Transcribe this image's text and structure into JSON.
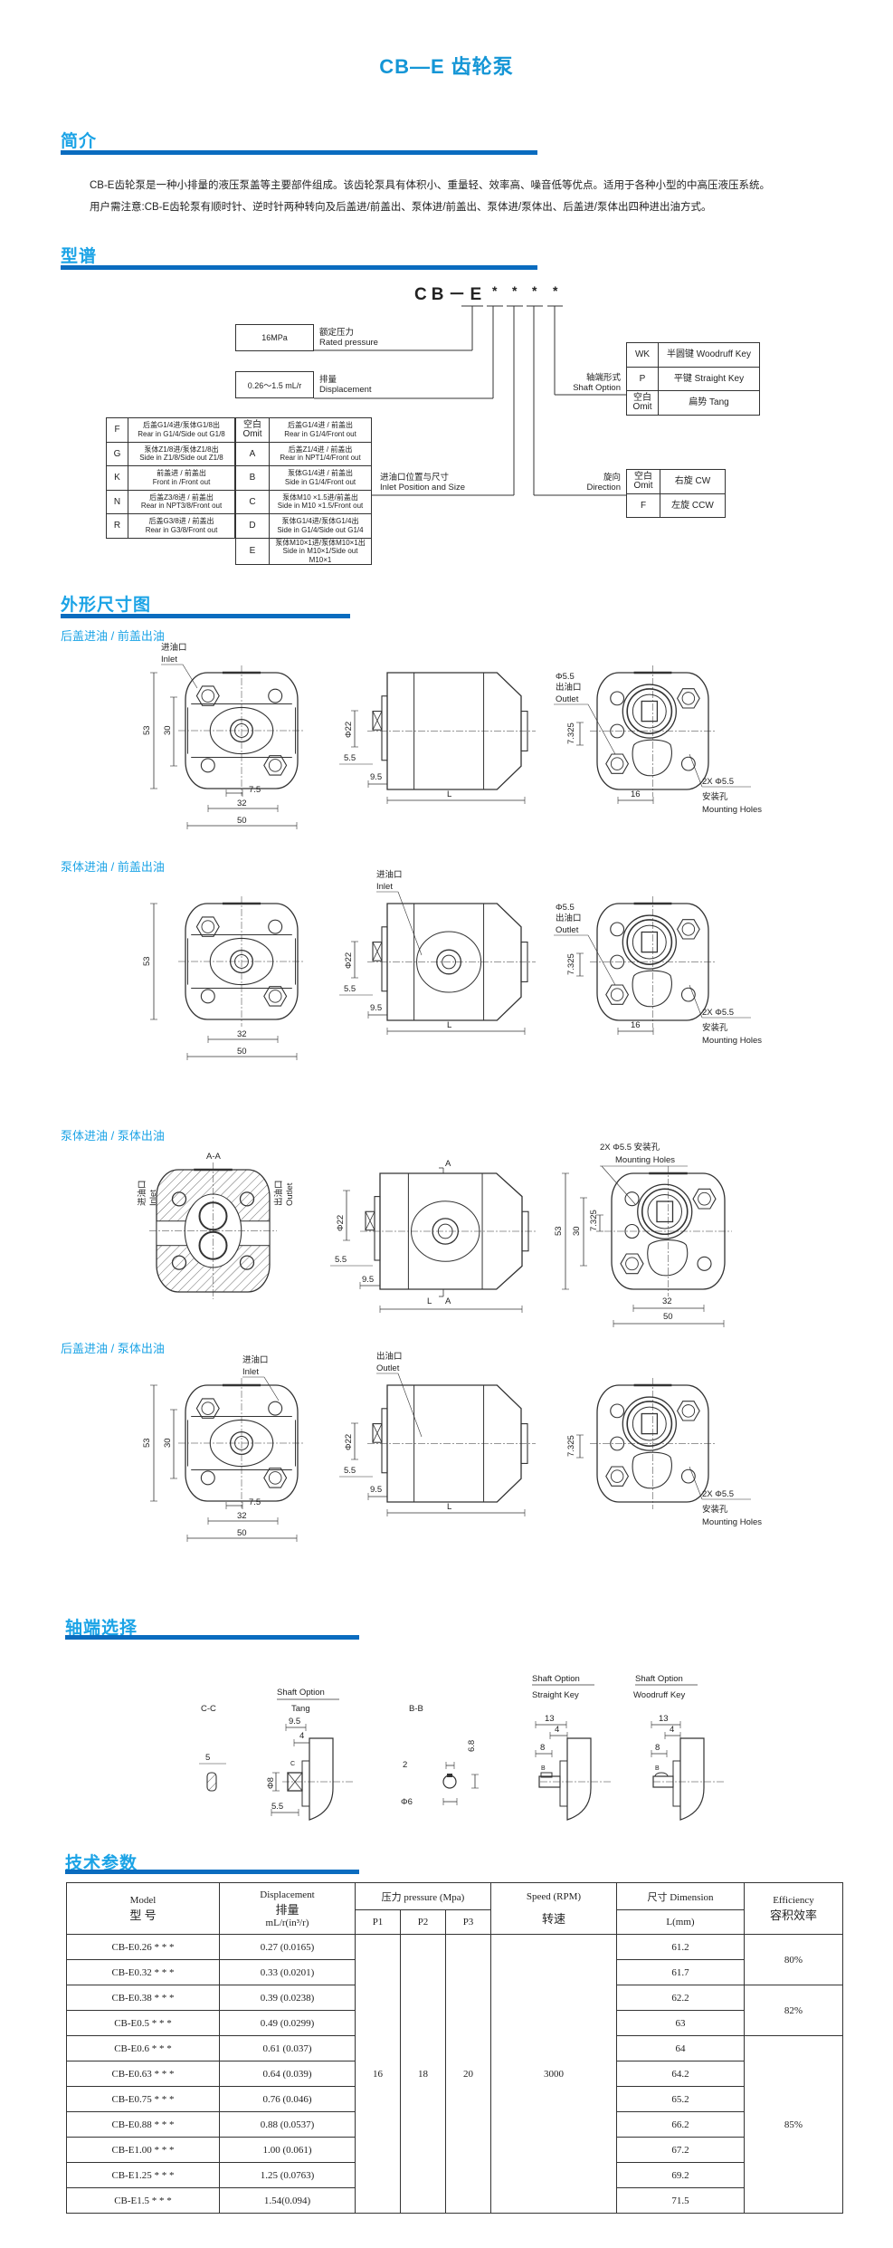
{
  "title": "CB—E 齿轮泵",
  "colors": {
    "heading": "#1ba3e6",
    "bar": "#0a6cbf",
    "title": "#1596d6"
  },
  "intro": {
    "heading": "简介",
    "lines": [
      "CB-E齿轮泵是一种小排量的液压泵盖等主要部件组成。该齿轮泵具有体积小、重量轻、效率高、噪音低等优点。适用于各种小型的中高压液压系统。",
      "用户需注意:CB-E齿轮泵有顺时针、逆时针两种转向及后盖进/前盖出、泵体进/前盖出、泵体进/泵体出、后盖进/泵体出四种进出油方式。"
    ]
  },
  "model_code": {
    "heading": "型谱",
    "code": "CB－E",
    "stars": [
      "*",
      "*",
      "*",
      "*"
    ],
    "rated_pressure": {
      "value": "16MPa",
      "cn": "额定压力",
      "en": "Rated pressure"
    },
    "displacement": {
      "value": "0.26～1.5 mL/r",
      "cn": "排量",
      "en": "Displacement"
    },
    "inlet": {
      "cn": "进油口位置与尺寸",
      "en": "Inlet Position and Size",
      "left_rows": [
        {
          "code": "F",
          "cn": "后盖G1/4进/泵体G1/8出",
          "en": "Rear in G1/4/Side out G1/8"
        },
        {
          "code": "G",
          "cn": "泵体Z1/8进/泵体Z1/8出",
          "en": "Side in Z1/8/Side out Z1/8"
        },
        {
          "code": "K",
          "cn": "前盖进 / 前盖出",
          "en": "Front in /Front out"
        },
        {
          "code": "N",
          "cn": "后盖Z3/8进 / 前盖出",
          "en": "Rear in NPT3/8/Front out"
        },
        {
          "code": "R",
          "cn": "后盖G3/8进 / 前盖出",
          "en": "Rear in G3/8/Front out"
        }
      ],
      "right_rows": [
        {
          "code": "空白",
          "code2": "Omit",
          "cn": "后盖G1/4进 / 前盖出",
          "en": "Rear in G1/4/Front out"
        },
        {
          "code": "A",
          "code2": "",
          "cn": "后盖Z1/4进 / 前盖出",
          "en": "Rear in NPT1/4/Front out"
        },
        {
          "code": "B",
          "code2": "",
          "cn": "泵体G1/4进 / 前盖出",
          "en": "Side in G1/4/Front out"
        },
        {
          "code": "C",
          "code2": "",
          "cn": "泵体M10 ×1.5进/前盖出",
          "en": "Side in M10 ×1.5/Front out"
        },
        {
          "code": "D",
          "code2": "",
          "cn": "泵体G1/4进/泵体G1/4出",
          "en": "Side in G1/4/Side out G1/4"
        },
        {
          "code": "E",
          "code2": "",
          "cn": "泵体M10×1进/泵体M10×1出",
          "en": "Side in M10×1/Side out M10×1"
        }
      ]
    },
    "shaft": {
      "cn": "轴端形式",
      "en": "Shaft Option",
      "rows": [
        {
          "code": "WK",
          "code2": "",
          "desc": "半圆键  Woodruff Key"
        },
        {
          "code": "P",
          "code2": "",
          "desc": "平键  Straight Key"
        },
        {
          "code": "空白",
          "code2": "Omit",
          "desc": "扁势    Tang"
        }
      ]
    },
    "direction": {
      "cn": "旋向",
      "en": "Direction",
      "rows": [
        {
          "code": "空白",
          "code2": "Omit",
          "desc": "右旋  CW"
        },
        {
          "code": "F",
          "code2": "",
          "desc": "左旋  CCW"
        }
      ]
    }
  },
  "dimensions": {
    "heading": "外形尺寸图",
    "sections": [
      {
        "title": "后盖进油 / 前盖出油",
        "labels": {
          "inlet_cn": "进油口",
          "inlet_en": "Inlet",
          "h53": "53",
          "h30": "30",
          "w7_5": "7.5",
          "w32": "32",
          "w50": "50",
          "dia22": "Φ22",
          "d5_5": "5.5",
          "d9_5": "9.5",
          "L": "L",
          "hole": "Φ5.5",
          "outlet_cn": "出油口",
          "outlet_en": "Outlet",
          "d7_325": "7.325",
          "w16": "16",
          "mount": "2X Φ5.5",
          "mount_cn": "安装孔",
          "mount_en": "Mounting Holes"
        }
      },
      {
        "title": "泵体进油 / 前盖出油",
        "labels": {
          "side_inlet_cn": "进油口",
          "side_inlet_en": "Inlet",
          "h53": "53",
          "w32": "32",
          "w50": "50",
          "dia22": "Φ22",
          "d5_5": "5.5",
          "d9_5": "9.5",
          "L": "L",
          "hole": "Φ5.5",
          "outlet_cn": "出油口",
          "outlet_en": "Outlet",
          "d7_325": "7.325",
          "w16": "16",
          "mount": "2X Φ5.5",
          "mount_cn": "安装孔",
          "mount_en": "Mounting Holes"
        }
      },
      {
        "title": "泵体进油 / 泵体出油",
        "labels": {
          "aa": "A-A",
          "inlet_cn": "进油口",
          "inlet_en": "Inlet",
          "outlet_cn": "出油口",
          "outlet_en": "Outlet",
          "a_top": "A",
          "a_bot": "A",
          "dia22": "Φ22",
          "d5_5": "5.5",
          "d9_5": "9.5",
          "L": "L",
          "mount": "2X Φ5.5  安装孔",
          "mount_en": "Mounting Holes",
          "h53": "53",
          "h30": "30",
          "d7_325": "7.325",
          "w32": "32",
          "w50": "50"
        }
      },
      {
        "title": "后盖进油 / 泵体出油",
        "labels": {
          "inlet_cn": "进油口",
          "inlet_en": "Inlet",
          "h53": "53",
          "h30": "30",
          "w7_5": "7.5",
          "w32": "32",
          "w50": "50",
          "side_outlet_cn": "出油口",
          "side_outlet_en": "Outlet",
          "dia22": "Φ22",
          "d5_5": "5.5",
          "d9_5": "9.5",
          "L": "L",
          "d7_325": "7.325",
          "mount": "2X Φ5.5",
          "mount_cn": "安装孔",
          "mount_en": "Mounting Holes"
        }
      }
    ]
  },
  "shaft_options": {
    "heading": "轴端选择",
    "labels": {
      "cc": "C-C",
      "cc_w": "5",
      "tang_t": "Shaft Option",
      "tang_b": "Tang",
      "t9_5": "9.5",
      "t4": "4",
      "t8": "Φ8",
      "t5_5": "5.5",
      "tc": "C",
      "bb": "B-B",
      "b2": "2",
      "b68": "6.8",
      "b6": "Φ6",
      "sk_t": "Shaft Option",
      "sk_b": "Straight Key",
      "s13": "13",
      "s4": "4",
      "s8": "8",
      "sb": "B",
      "wk_t": "Shaft Option",
      "wk_b": "Woodruff Key",
      "w13": "13",
      "w4": "4",
      "w8": "8",
      "wb": "B"
    }
  },
  "tech": {
    "heading": "技术参数",
    "headers": {
      "model_en": "Model",
      "model_cn": "型  号",
      "disp_en": "Displacement",
      "disp_cn": "排量",
      "disp_unit": "mL/r(in³/r)",
      "pressure": "压力 pressure (Mpa)",
      "p1": "P1",
      "p2": "P2",
      "p3": "P3",
      "speed_en": "Speed (RPM)",
      "speed_cn": "转速",
      "dim": "尺寸 Dimension",
      "dim_unit": "L(mm)",
      "eff_en": "Efficiency",
      "eff_cn": "容积效率"
    },
    "p1": "16",
    "p2": "18",
    "p3": "20",
    "speed": "3000",
    "rows": [
      {
        "model": "CB-E0.26 * * *",
        "disp": "0.27 (0.0165)",
        "L": "61.2"
      },
      {
        "model": "CB-E0.32 * * *",
        "disp": "0.33 (0.0201)",
        "L": "61.7"
      },
      {
        "model": "CB-E0.38 * * *",
        "disp": "0.39 (0.0238)",
        "L": "62.2"
      },
      {
        "model": "CB-E0.5 * * *",
        "disp": "0.49 (0.0299)",
        "L": "63"
      },
      {
        "model": "CB-E0.6 * * *",
        "disp": "0.61 (0.037)",
        "L": "64"
      },
      {
        "model": "CB-E0.63 * * *",
        "disp": "0.64 (0.039)",
        "L": "64.2"
      },
      {
        "model": "CB-E0.75 * * *",
        "disp": "0.76 (0.046)",
        "L": "65.2"
      },
      {
        "model": "CB-E0.88 * * *",
        "disp": "0.88 (0.0537)",
        "L": "66.2"
      },
      {
        "model": "CB-E1.00 * * *",
        "disp": "1.00 (0.061)",
        "L": "67.2"
      },
      {
        "model": "CB-E1.25 * * *",
        "disp": "1.25 (0.0763)",
        "L": "69.2"
      },
      {
        "model": "CB-E1.5 * * *",
        "disp": "1.54(0.094)",
        "L": "71.5"
      }
    ],
    "efficiency": [
      {
        "value": "80%",
        "span": 2
      },
      {
        "value": "82%",
        "span": 2
      },
      {
        "value": "85%",
        "span": 7
      }
    ]
  }
}
